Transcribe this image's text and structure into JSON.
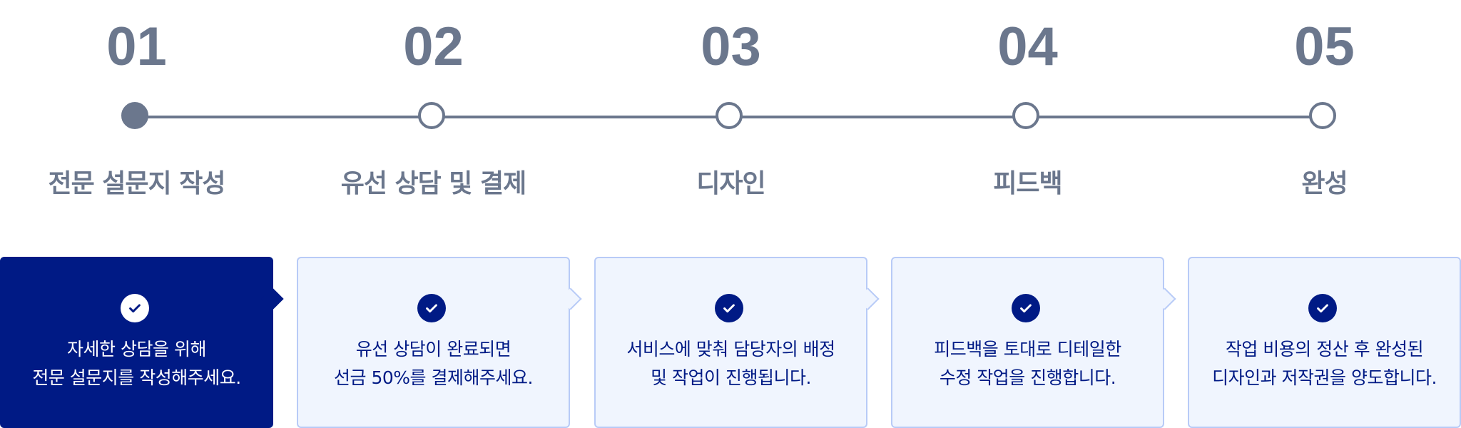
{
  "colors": {
    "step_gray": "#6b778d",
    "navy": "#001a85",
    "card_bg": "#f0f5fe",
    "card_border": "#b8cbf7"
  },
  "steps": [
    {
      "number": "01",
      "title": "전문 설문지 작성",
      "lines": [
        "자세한 상담을 위해",
        "전문 설문지를 작성해주세요."
      ],
      "active": true,
      "icon": "check-circle-icon"
    },
    {
      "number": "02",
      "title": "유선 상담 및 결제",
      "lines": [
        "유선 상담이 완료되면",
        "선금 50%를 결제해주세요."
      ],
      "active": false,
      "icon": "check-circle-icon"
    },
    {
      "number": "03",
      "title": "디자인",
      "lines": [
        "서비스에 맞춰 담당자의 배정",
        "및 작업이 진행됩니다."
      ],
      "active": false,
      "icon": "check-circle-icon"
    },
    {
      "number": "04",
      "title": "피드백",
      "lines": [
        "피드백을 토대로 디테일한",
        "수정 작업을 진행합니다."
      ],
      "active": false,
      "icon": "check-circle-icon"
    },
    {
      "number": "05",
      "title": "완성",
      "lines": [
        "작업 비용의 정산 후 완성된",
        "디자인과 저작권을 양도합니다."
      ],
      "active": false,
      "icon": "check-circle-icon"
    }
  ]
}
